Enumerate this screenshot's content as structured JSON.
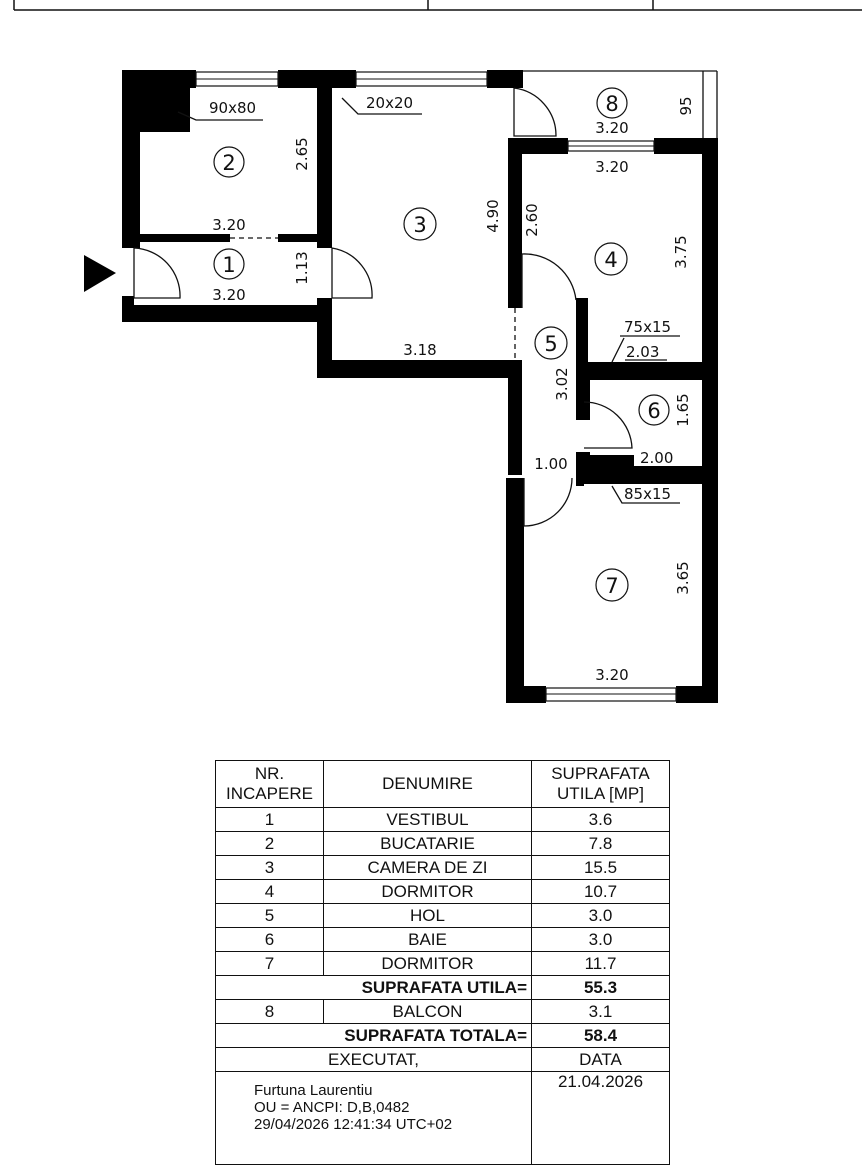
{
  "plan": {
    "rooms": [
      {
        "id": "1",
        "label": "1"
      },
      {
        "id": "2",
        "label": "2"
      },
      {
        "id": "3",
        "label": "3"
      },
      {
        "id": "4",
        "label": "4"
      },
      {
        "id": "5",
        "label": "5"
      },
      {
        "id": "6",
        "label": "6"
      },
      {
        "id": "7",
        "label": "7"
      },
      {
        "id": "8",
        "label": "8"
      }
    ],
    "dims": {
      "d90x80": "90x80",
      "d20x20": "20x20",
      "bal_w": "3.20",
      "bal_d": "95",
      "k_h": "2.65",
      "k_w": "3.20",
      "v_w": "3.20",
      "v_h": "1.13",
      "c_h": "4.90",
      "c_w": "3.18",
      "b4_top": "3.20",
      "b4_side": "2.60",
      "b4_h": "3.75",
      "d75x15": "75x15",
      "b4_bot": "2.03",
      "h_h": "3.02",
      "h_w": "1.00",
      "bath_h": "1.65",
      "bath_w": "2.00",
      "d85x15": "85x15",
      "b7_h": "3.65",
      "b7_w": "3.20"
    }
  },
  "legend": {
    "header": {
      "nr": "NR.\nINCAPERE",
      "denumire": "DENUMIRE",
      "suprafata": "SUPRAFATA\nUTILA [MP]"
    },
    "rows": [
      {
        "nr": "1",
        "name": "VESTIBUL",
        "area": "3.6"
      },
      {
        "nr": "2",
        "name": "BUCATARIE",
        "area": "7.8"
      },
      {
        "nr": "3",
        "name": "CAMERA DE ZI",
        "area": "15.5"
      },
      {
        "nr": "4",
        "name": "DORMITOR",
        "area": "10.7"
      },
      {
        "nr": "5",
        "name": "HOL",
        "area": "3.0"
      },
      {
        "nr": "6",
        "name": "BAIE",
        "area": "3.0"
      },
      {
        "nr": "7",
        "name": "DORMITOR",
        "area": "11.7"
      }
    ],
    "utila_label": "SUPRAFATA UTILA=",
    "utila_value": "55.3",
    "balcon": {
      "nr": "8",
      "name": "BALCON",
      "area": "3.1"
    },
    "totala_label": "SUPRAFATA TOTALA=",
    "totala_value": "58.4",
    "executat_label": "EXECUTAT,",
    "data_label": "DATA",
    "date_value": "21.04.2026",
    "signature": {
      "name": "Furtuna Laurentiu",
      "ou": "OU = ANCPI: D,B,0482",
      "timestamp": "29/04/2026 12:41:34 UTC+02"
    }
  }
}
